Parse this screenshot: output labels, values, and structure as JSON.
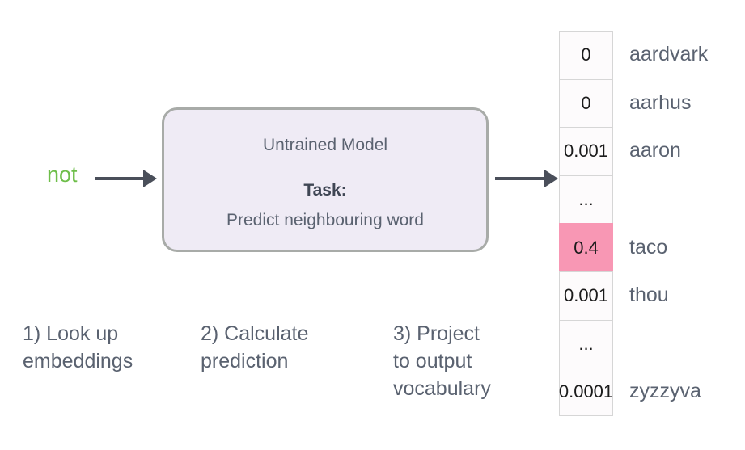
{
  "diagram": {
    "input": {
      "word": "not",
      "color": "#6ebe4a"
    },
    "arrows": {
      "input_arrow": "arrow-right",
      "output_arrow": "arrow-right",
      "color": "#4a4f5a"
    },
    "model_box": {
      "title": "Untrained Model",
      "task_label": "Task:",
      "task_text": "Predict neighbouring word",
      "fill_color": "#efebf5",
      "border_color": "#a8aba8"
    },
    "steps": [
      {
        "id": "step-1",
        "text": "1) Look up\nembeddings"
      },
      {
        "id": "step-2",
        "text": "2) Calculate\nprediction"
      },
      {
        "id": "step-3",
        "text": "3) Project\nto output\nvocabulary"
      }
    ],
    "output_table": {
      "highlight_color": "#f897b4",
      "cell_fill": "#fdfbfc",
      "border_color": "#d6d6d6",
      "rows": [
        {
          "prob": "0",
          "word": "aardvark",
          "highlight": false
        },
        {
          "prob": "0",
          "word": "aarhus",
          "highlight": false
        },
        {
          "prob": "0.001",
          "word": "aaron",
          "highlight": false
        },
        {
          "prob": "...",
          "word": "",
          "highlight": false
        },
        {
          "prob": "0.4",
          "word": "taco",
          "highlight": true
        },
        {
          "prob": "0.001",
          "word": "thou",
          "highlight": false
        },
        {
          "prob": "...",
          "word": "",
          "highlight": false
        },
        {
          "prob": "0.0001",
          "word": "zyzzyva",
          "highlight": false
        }
      ]
    }
  }
}
